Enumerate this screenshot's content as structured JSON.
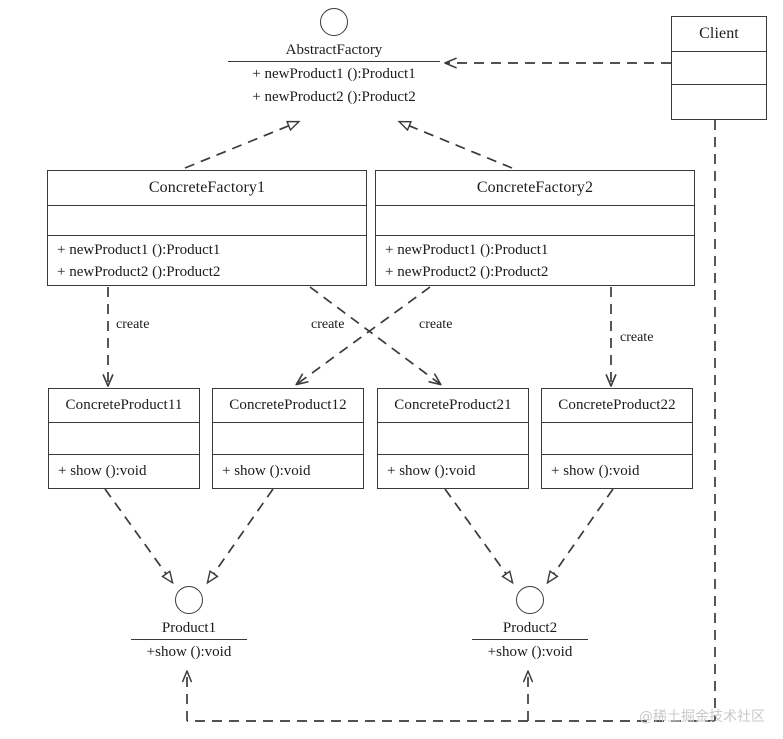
{
  "diagram": {
    "title": "Abstract Factory Pattern UML Class Diagram",
    "stroke_color": "#3a3a3a",
    "text_color": "#1c1c1c",
    "background": "#ffffff"
  },
  "interfaces": {
    "abstract_factory": {
      "name": "AbstractFactory",
      "operations": [
        "+ newProduct1 ():Product1",
        "+ newProduct2 ():Product2"
      ]
    },
    "product1": {
      "name": "Product1",
      "operation": "+show ():void"
    },
    "product2": {
      "name": "Product2",
      "operation": "+show ():void"
    }
  },
  "classes": {
    "client": {
      "name": "Client",
      "attributes": [],
      "operations": []
    },
    "concrete_factory_1": {
      "name": "ConcreteFactory1",
      "attributes": [],
      "operations": [
        "+ newProduct1 ():Product1",
        "+ newProduct2 ():Product2"
      ]
    },
    "concrete_factory_2": {
      "name": "ConcreteFactory2",
      "attributes": [],
      "operations": [
        "+ newProduct1 ():Product1",
        "+ newProduct2 ():Product2"
      ]
    },
    "concrete_product_11": {
      "name": "ConcreteProduct11",
      "attributes": [],
      "operations": [
        "+ show ():void"
      ]
    },
    "concrete_product_12": {
      "name": "ConcreteProduct12",
      "attributes": [],
      "operations": [
        "+ show ():void"
      ]
    },
    "concrete_product_21": {
      "name": "ConcreteProduct21",
      "attributes": [],
      "operations": [
        "+ show ():void"
      ]
    },
    "concrete_product_22": {
      "name": "ConcreteProduct22",
      "attributes": [],
      "operations": [
        "+ show ():void"
      ]
    }
  },
  "edge_labels": {
    "create_1": "create",
    "create_2": "create",
    "create_3": "create",
    "create_4": "create"
  },
  "watermark": {
    "text": "@稀土掘金技术社区"
  }
}
